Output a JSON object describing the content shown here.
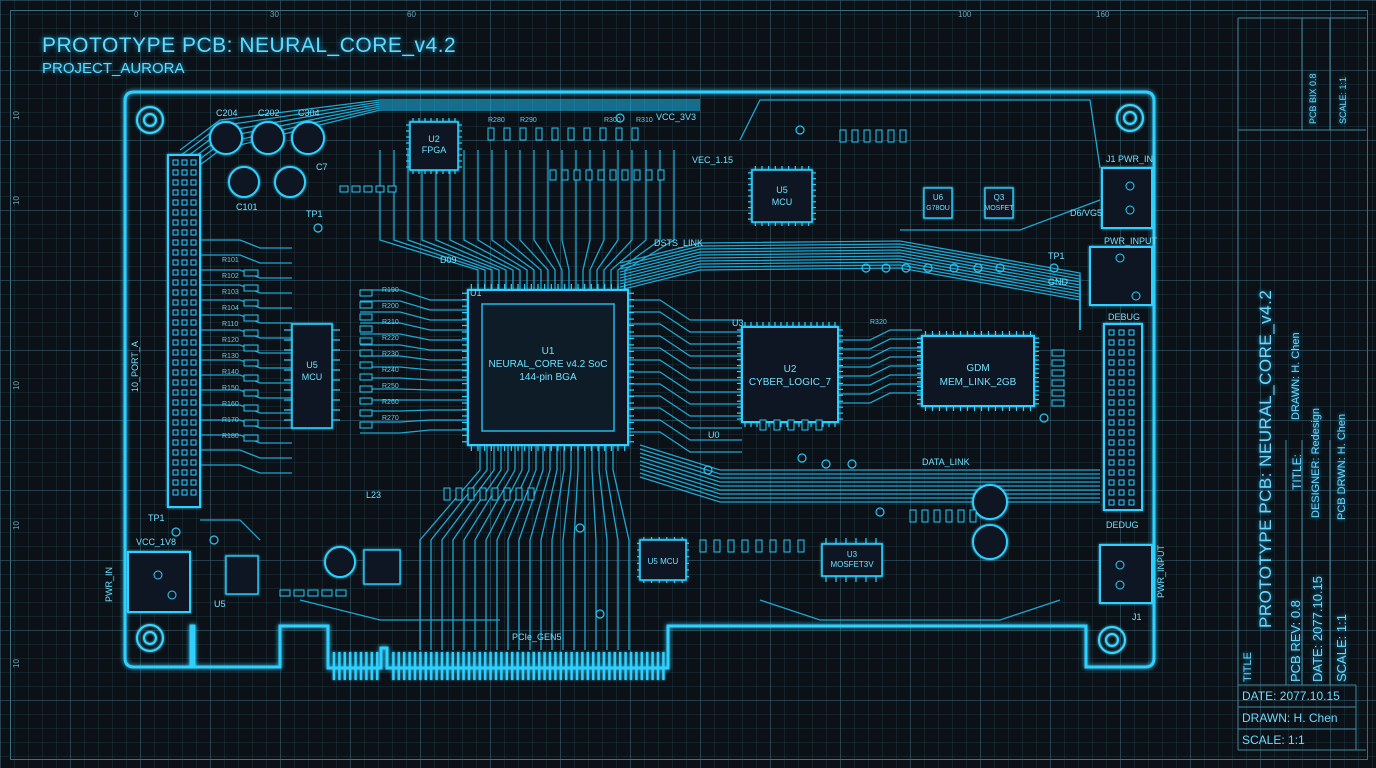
{
  "header": {
    "title": "PROTOTYPE PCB: NEURAL_CORE_v4.2",
    "subtitle": "PROJECT_AURORA"
  },
  "ruler": {
    "top": [
      "0",
      "30",
      "60",
      "100",
      "160"
    ],
    "left": [
      "10",
      "10",
      "10",
      "10",
      "10"
    ]
  },
  "board": {
    "left_label": "10_PORT_A",
    "chips": {
      "u1": {
        "ref": "U1",
        "name": "NEURAL_CORE v4.2 SoC",
        "pkg": "144-pin BGA"
      },
      "u2": {
        "ref": "U2",
        "name": "CYBER_LOGIC_7"
      },
      "mem": {
        "ref": "GDM",
        "name": "MEM_LINK_2GB"
      },
      "fpga": {
        "ref": "U2",
        "name": "FPGA"
      },
      "mcu_top": {
        "ref": "U5",
        "name": "MCU"
      },
      "mcu_left": {
        "ref": "U5",
        "name": "MCU"
      },
      "mcu_bottom": {
        "name": "U5 MCU"
      },
      "mosfet_bottom": {
        "ref": "U3",
        "name": "MOSFET3V"
      },
      "u6": {
        "ref": "U6",
        "name": "G78OU"
      },
      "q3": {
        "ref": "Q3",
        "name": "MOSFET"
      }
    },
    "labels": {
      "pcie": "PCIe_GEN5",
      "data_link": "DATA_LINK",
      "dsts_link": "DSTS_LINK",
      "j1_pwr": "J1 PWR_IN",
      "dcvg": "D6/VG5",
      "pwr_input": "PWR_INPUT",
      "debug_top": "DEBUG",
      "debug_bottom": "DEDUG",
      "pwr_in_left": "PWR_IN",
      "pwr_input_right": "PWR_INPUT",
      "vcc_left": "VCC_1V8",
      "tp1_left": "TP1",
      "u5_bottom": "U5",
      "j1_bottom": "J1",
      "vcc_top": "VCC_3V3",
      "vcc_mid": "VEC_1.15",
      "gnd": "GND",
      "tp1_right": "TP1",
      "l23": "L23",
      "d09": "D09",
      "u1_small": "U1",
      "u3_small": "U3",
      "u0": "U0",
      "c204": "C204",
      "c202": "C202",
      "c304": "C304",
      "c101": "C101",
      "tp1_top": "TP1",
      "c7": "C7"
    },
    "refdes": [
      "R101",
      "R102",
      "R103",
      "R104",
      "R110",
      "R120",
      "R130",
      "R140",
      "R150",
      "R160",
      "R170",
      "R180",
      "R190",
      "R200",
      "R210",
      "R220",
      "R230",
      "R240",
      "R250",
      "R260",
      "R270",
      "R280",
      "R290",
      "R300",
      "R310",
      "R320"
    ]
  },
  "title_block": {
    "side_rev": "PCB BIX 0.8",
    "side_scale": "SCALE: 1:1",
    "big_title": "PROTOTYPE  PCB:  NEURAL_CORE_v4.2",
    "title_label": "TITLE:",
    "drawn_rot": "DRAWN: H. Chen",
    "designer": "DESIGNER: Redesign",
    "pcb_drawn": "PCB DRWN: H. Chen",
    "title_left": "TITLE",
    "rev": "PCB  REV:  0.8",
    "date_rot": "DATE:  2077.10.15",
    "scale_rot": "SCALE:  1:1",
    "date": "DATE: 2077.10.15",
    "drawn": "DRAWN: H. Chen",
    "scale": "SCALE: 1:1"
  },
  "colors": {
    "trace": "#27c3f3",
    "glow": "#00aaff",
    "chip": "#0c1c26",
    "bg": "#0b1116"
  }
}
